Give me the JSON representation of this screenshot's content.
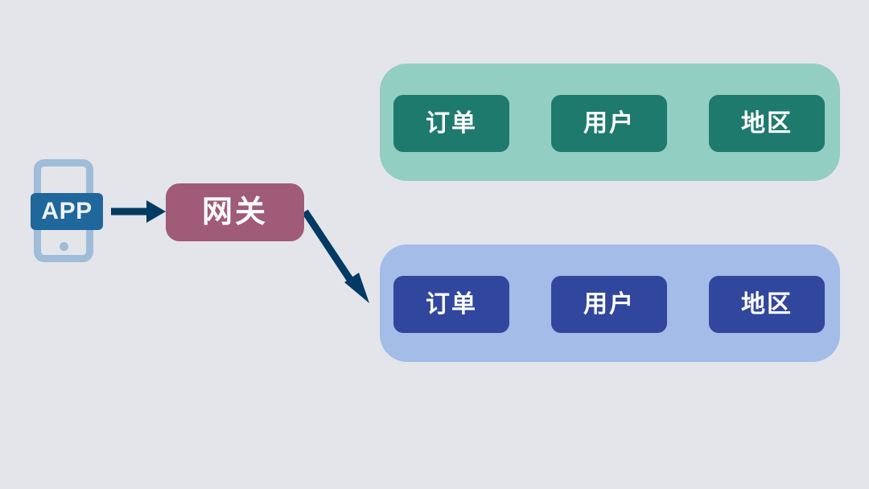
{
  "diagram": {
    "background_color": "#e4e5ea",
    "client": {
      "icon": "mobile-phone-icon",
      "label": "APP",
      "badge_color": "#20679b",
      "outline_color": "#9fbcd8"
    },
    "gateway": {
      "label": "网关",
      "color": "#9f5b78"
    },
    "arrows": [
      {
        "name": "app-to-gateway-arrow",
        "color": "#033a63",
        "from": "APP",
        "to": "网关"
      },
      {
        "name": "gateway-to-blue-group-arrow",
        "color": "#033a63",
        "from": "网关",
        "to": "blue-service-group"
      }
    ],
    "groups": [
      {
        "name": "green-service-group",
        "container_color": "#93cec2",
        "chip_color": "#1f7a6e",
        "chips": [
          {
            "label": "订单"
          },
          {
            "label": "用户"
          },
          {
            "label": "地区"
          }
        ]
      },
      {
        "name": "blue-service-group",
        "container_color": "#a3bce8",
        "chip_color": "#31479d",
        "chips": [
          {
            "label": "订单"
          },
          {
            "label": "用户"
          },
          {
            "label": "地区"
          }
        ]
      }
    ]
  }
}
